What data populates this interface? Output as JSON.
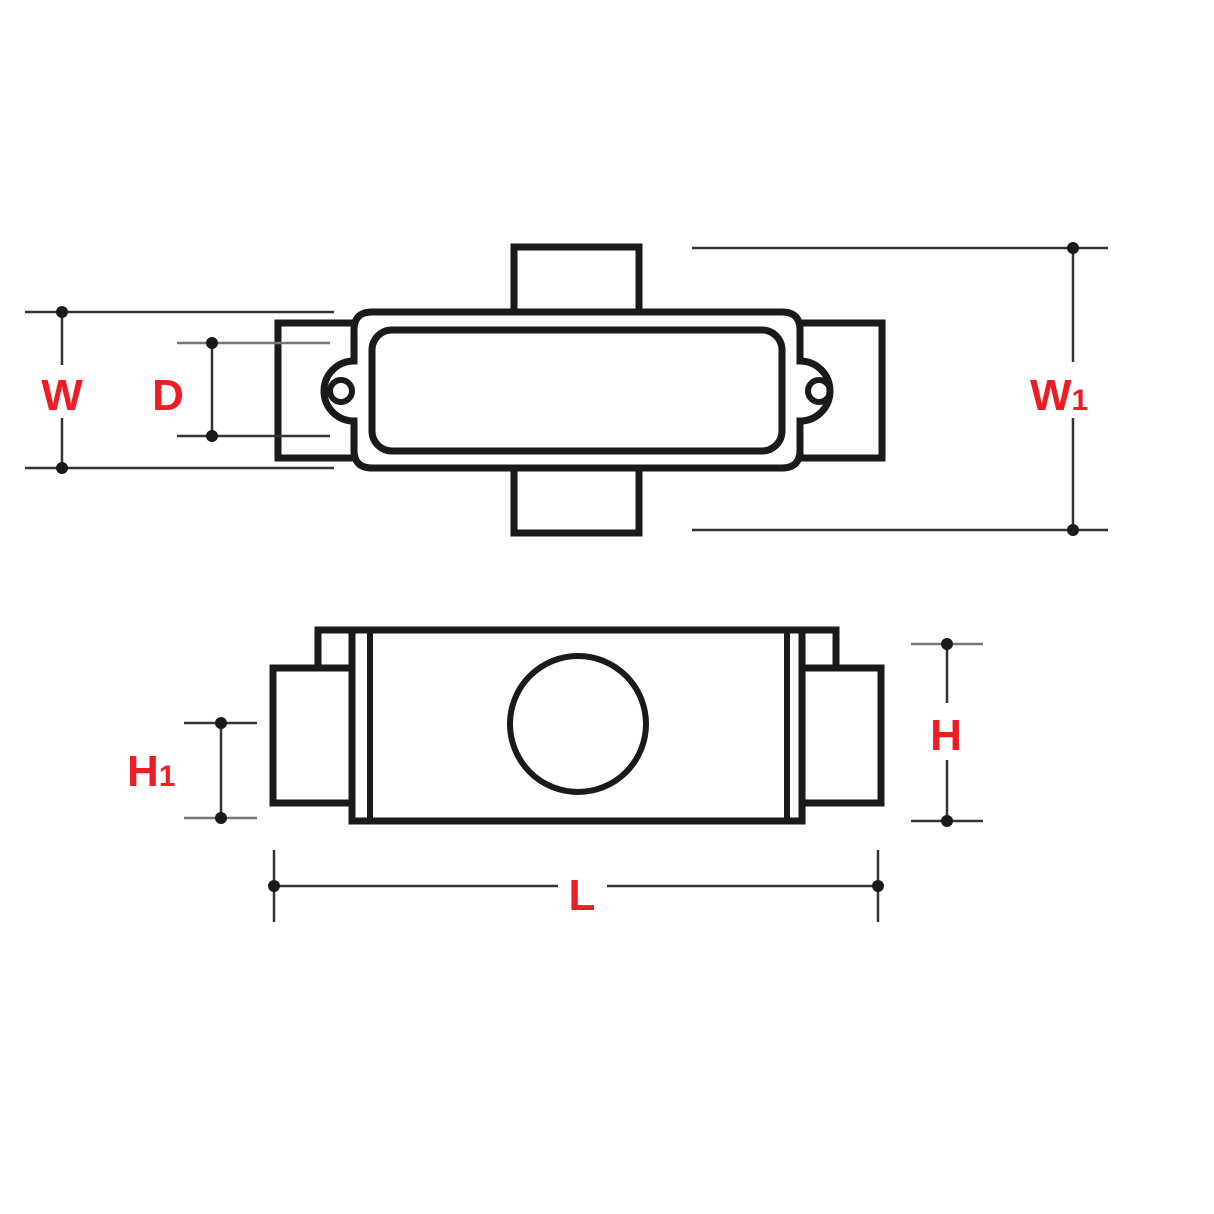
{
  "diagram": {
    "type": "technical-dimension-drawing",
    "subject": "conduit outlet body with cover (top and side views)",
    "colors": {
      "outline": "#1a1a1a",
      "dimension_line": "#333333",
      "label": "#ee1c25",
      "background": "#ffffff"
    },
    "top_view": {
      "labels": {
        "W": "W",
        "D": "D",
        "W1_main": "W",
        "W1_sub": "1"
      }
    },
    "side_view": {
      "labels": {
        "H": "H",
        "H1_main": "H",
        "H1_sub": "1",
        "L": "L"
      }
    }
  }
}
